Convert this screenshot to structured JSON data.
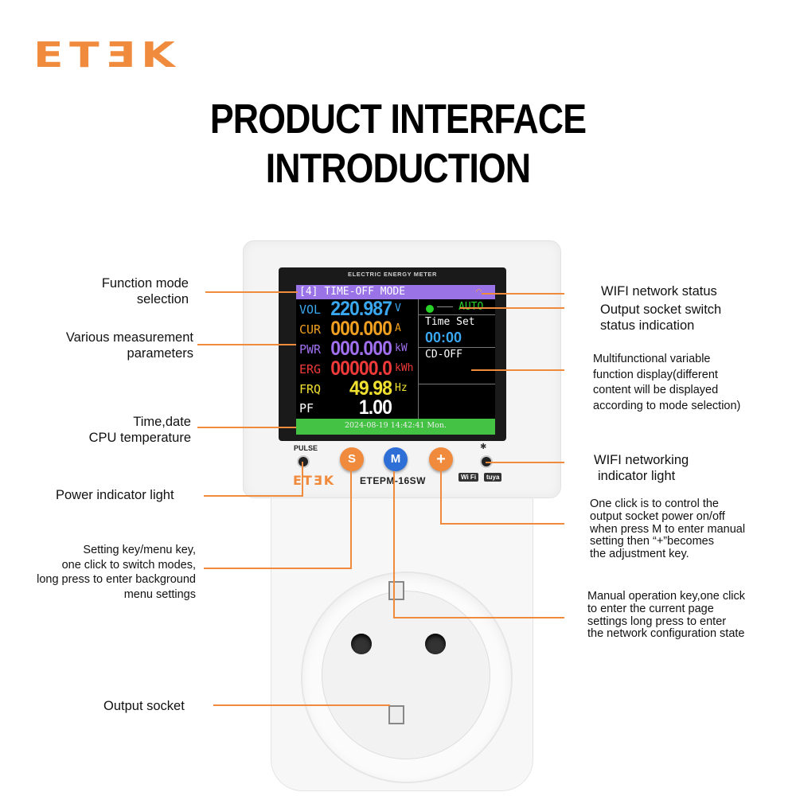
{
  "brand": "ETƎK",
  "heading": {
    "line1": "PRODUCT INTERFACE",
    "line2": "INTRODUCTION"
  },
  "device": {
    "bezel_label": "ELECTRIC ENERGY METER",
    "model": "ETEPM-16SW",
    "brand": "ETƎK",
    "pulse_label": "PULSE",
    "buttons": {
      "s": "S",
      "m": "M",
      "plus": "+"
    },
    "wifi_badge": "Wi Fi",
    "tuya_badge": "tuya",
    "bluetooth_glyph": "✱"
  },
  "screen": {
    "mode_number": "[4]",
    "mode_name": "TIME-OFF MODE",
    "wifi_glyph": "◠",
    "params": [
      {
        "name": "VOL",
        "value": "220.987",
        "unit": "V",
        "color": "#3aa8f0"
      },
      {
        "name": "CUR",
        "value": "000.000",
        "unit": "A",
        "color": "#f0a020"
      },
      {
        "name": "PWR",
        "value": "000.000",
        "unit": "kW",
        "color": "#a070f0"
      },
      {
        "name": "ERG",
        "value": "00000.0",
        "unit": "kWh",
        "color": "#f03a3a"
      },
      {
        "name": "FRQ",
        "value": "49.98",
        "unit": "Hz",
        "color": "#f0e030"
      },
      {
        "name": "PF",
        "value": "1.00",
        "unit": "",
        "color": "#ffffff"
      }
    ],
    "right_panel": {
      "status": "AUTO",
      "time_set_label": "Time Set",
      "time_value": "00:00",
      "countdown": "CD-OFF"
    },
    "footer": "2024-08-19  14:42:41  Mon."
  },
  "annotations": {
    "left": {
      "function_mode": [
        "Function mode",
        "selection"
      ],
      "measurement": [
        "Various measurement",
        "parameters"
      ],
      "time_date": [
        "Time,date",
        "CPU temperature"
      ],
      "power_light": "Power indicator light",
      "setting_key": [
        "Setting key/menu key,",
        "one click to switch modes,",
        "long press to enter background",
        "menu settings"
      ],
      "output_socket": "Output socket"
    },
    "right": {
      "wifi_status": "WIFI network status",
      "output_switch": [
        "Output socket switch",
        "status indication"
      ],
      "multifunction": [
        "Multifunctional variable",
        "function display(different",
        "content will be displayed",
        "according to mode selection)"
      ],
      "wifi_light": [
        "WIFI networking",
        "indicator light"
      ],
      "plus_key": [
        "One click is to control the",
        "output socket power on/off",
        "when press M to enter manual",
        "setting then “+”becomes",
        "the adjustment key."
      ],
      "m_key": [
        "Manual operation key,one click",
        "to enter the current page",
        "settings long press to enter",
        "the network configuration state"
      ]
    }
  },
  "colors": {
    "accent": "#f08a3c",
    "lcd_header": "#9a73e6",
    "lcd_footer": "#44c243",
    "button_m": "#2d6fd6",
    "button_orange": "#f08a3c"
  }
}
